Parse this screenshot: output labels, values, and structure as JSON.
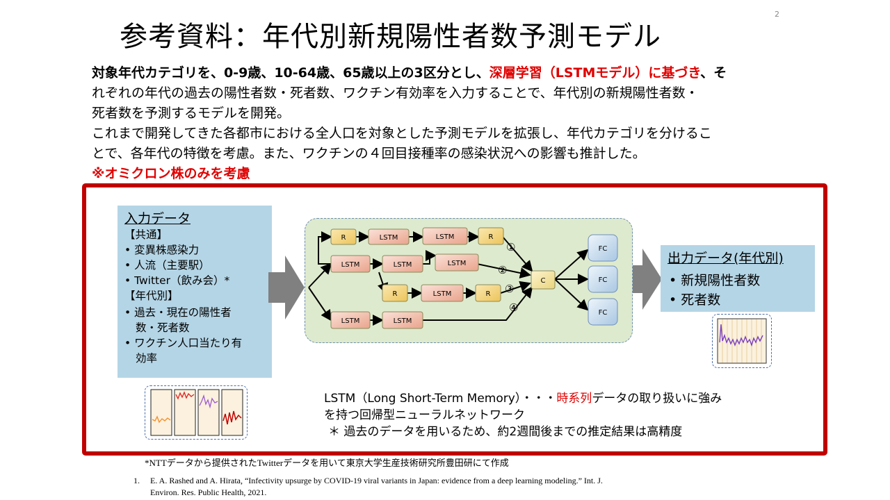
{
  "page_number": "2",
  "title": "参考資料：年代別新規陽性者数予測モデル",
  "intro": {
    "line1_a": "対象年代カテゴリを、0-9歳、10-64歳、65歳以上の3区分とし、",
    "line1_b": "深層学習（LSTMモデル）に基づき",
    "line1_c": "、そ",
    "line2": "れぞれの年代の過去の陽性者数・死者数、ワクチン有効率を入力することで、年代別の新規陽性者数・",
    "line3": "死者数を予測するモデルを開発。",
    "line4": "これまで開発してきた各都市における全人口を対象とした予測モデルを拡張し、年代カテゴリを分けるこ",
    "line5": "とで、各年代の特徴を考慮。また、ワクチンの４回目接種率の感染状況への影響も推計した。",
    "line6": "※オミクロン株のみを考慮"
  },
  "input": {
    "title": "入力データ",
    "lines": [
      "【共通】",
      "• 変異株感染力",
      "• 人流（主要駅）",
      "• Twitter（飲み会）*",
      "【年代別】",
      "• 過去・現在の陽性者",
      "数・死者数",
      "• ワクチン人口当たり有",
      "効率"
    ]
  },
  "output": {
    "title": "出力データ(年代別)",
    "items": [
      "• 新規陽性者数",
      "• 死者数"
    ]
  },
  "network": {
    "labels": {
      "r": "R",
      "lstm": "LSTM",
      "c": "C",
      "fc": "FC"
    },
    "paths": [
      "①",
      "②",
      "③",
      "④"
    ],
    "colors": {
      "r": "#f7d98a",
      "lstm": "#f4bfae",
      "c": "#f5e6a3",
      "fc": "#cfe1f0"
    }
  },
  "note": {
    "line1_a": "LSTM（Long Short-Term Memory）・・・",
    "line1_b": "時系列",
    "line1_c": "データの取り扱いに強み",
    "line2": "を持つ回帰型ニューラルネットワーク",
    "line3": "＊ 過去のデータを用いるため、約2週間後までの推定結果は高精度"
  },
  "footnote": "*NTTデータから提供されたTwitterデータを用いて東京大学生産技術研究所豊田研にて作成",
  "reference": {
    "number": "1.",
    "text": "E. A. Rashed and A. Hirata, “Infectivity upsurge by COVID-19 viral variants in Japan: evidence from a deep learning modeling.” Int. J. Environ. Res. Public Health, 2021."
  }
}
